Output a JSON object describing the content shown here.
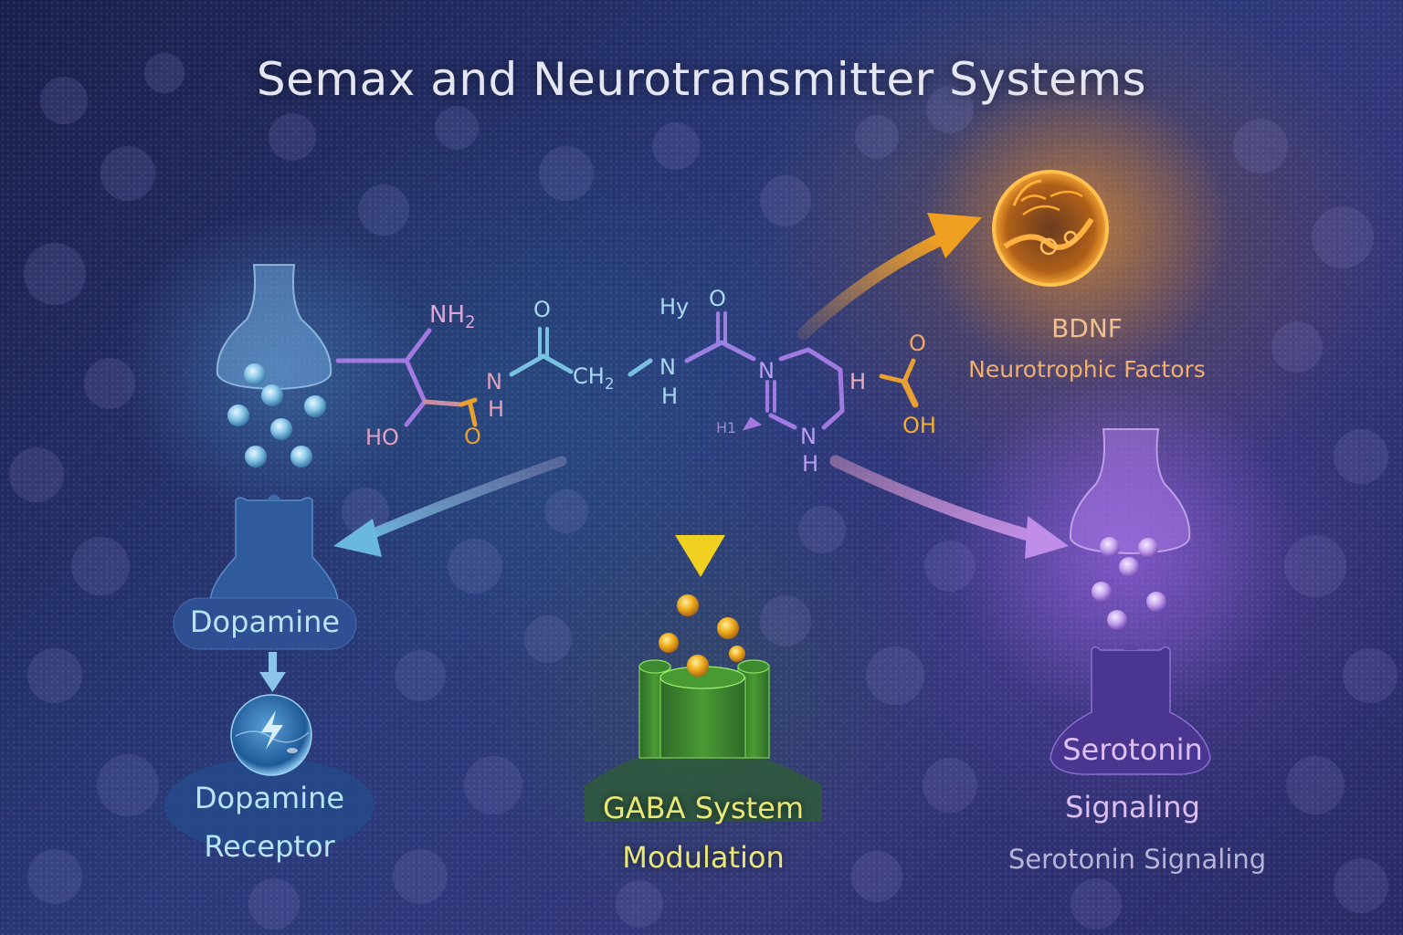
{
  "title": "Semax and Neurotransmitter Systems",
  "molecule": {
    "atoms": {
      "nh2": "NH2",
      "ho": "HO",
      "n1": "N",
      "h1": "H",
      "o_amide_low": "O",
      "o_top1": "O",
      "ch2": "CH2",
      "hy": "Hy",
      "n2": "N",
      "h2": "H",
      "o_top2": "O",
      "n_ring": "N",
      "nh_ring_n": "N",
      "nh_ring_h": "H",
      "h_methyl": "H1",
      "h_acid": "H",
      "o_acid": "O",
      "oh_acid": "OH"
    }
  },
  "nodes": {
    "bdnf": {
      "title": "BDNF",
      "subtitle": "Neurotrophic Factors",
      "color": "#f0a030"
    },
    "dopamine": {
      "label": "Dopamine",
      "receptor_line1": "Dopamine",
      "receptor_line2": "Receptor",
      "color": "#a8dcf0"
    },
    "gaba": {
      "line1": "GABA System",
      "line2": "Modulation",
      "color": "#e8e070"
    },
    "serotonin": {
      "label": "Serotonin",
      "line2": "Signaling",
      "caption": "Serotonin Signaling",
      "color": "#d8b8f0"
    }
  },
  "icons": {
    "dopamine_receptor": "lightning-bolt-icon",
    "bdnf": "neuron-sphere-icon",
    "gaba": "ion-channel-icon",
    "serotonin": "synapse-icon",
    "dopamine": "synapse-icon"
  },
  "colors": {
    "background": "#26306e",
    "dopamine_blue": "#5aa8d8",
    "gaba_yellow": "#f0c820",
    "gaba_green": "#4a9a30",
    "bdnf_orange": "#f09020",
    "serotonin_purple": "#a070e0"
  }
}
